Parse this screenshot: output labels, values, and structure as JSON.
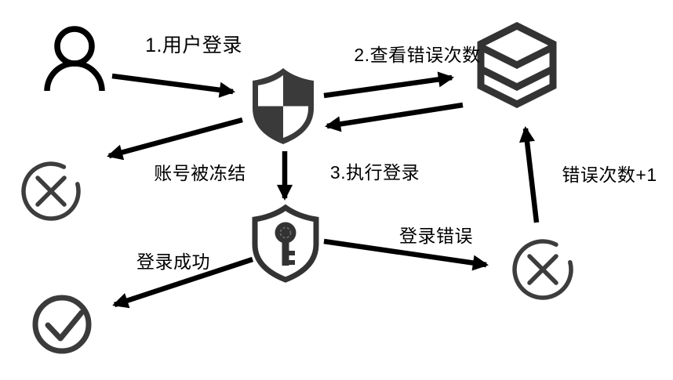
{
  "diagram": {
    "type": "flowchart",
    "background": "#ffffff",
    "labels": {
      "step1": "1.用户登录",
      "step2": "2.查看错误次数",
      "step3": "3.执行登录",
      "frozen": "账号被冻结",
      "error_plus": "错误次数+1",
      "success": "登录成功",
      "login_error": "登录错误"
    },
    "nodes": [
      {
        "id": "user",
        "icon": "user-icon"
      },
      {
        "id": "auth-gateway",
        "icon": "shield-checkered-icon"
      },
      {
        "id": "error-count-store",
        "icon": "database-stack-icon"
      },
      {
        "id": "account-frozen",
        "icon": "error-circle-icon"
      },
      {
        "id": "login-service",
        "icon": "shield-key-icon"
      },
      {
        "id": "login-failed",
        "icon": "error-circle-icon"
      },
      {
        "id": "login-success",
        "icon": "check-circle-icon"
      }
    ],
    "edges": [
      {
        "from": "user",
        "to": "auth-gateway",
        "label": "1.用户登录"
      },
      {
        "from": "auth-gateway",
        "to": "error-count-store",
        "label": "2.查看错误次数"
      },
      {
        "from": "error-count-store",
        "to": "auth-gateway",
        "label": ""
      },
      {
        "from": "auth-gateway",
        "to": "account-frozen",
        "label": "账号被冻结"
      },
      {
        "from": "auth-gateway",
        "to": "login-service",
        "label": "3.执行登录"
      },
      {
        "from": "login-service",
        "to": "login-failed",
        "label": "登录错误"
      },
      {
        "from": "login-failed",
        "to": "error-count-store",
        "label": "错误次数+1"
      },
      {
        "from": "login-service",
        "to": "login-success",
        "label": "登录成功"
      }
    ],
    "colors": {
      "arrow": "#000000",
      "text": "#000000",
      "shield": "#3a3a3a",
      "database": "#333333",
      "status_circle": "#3d3d3d"
    }
  }
}
